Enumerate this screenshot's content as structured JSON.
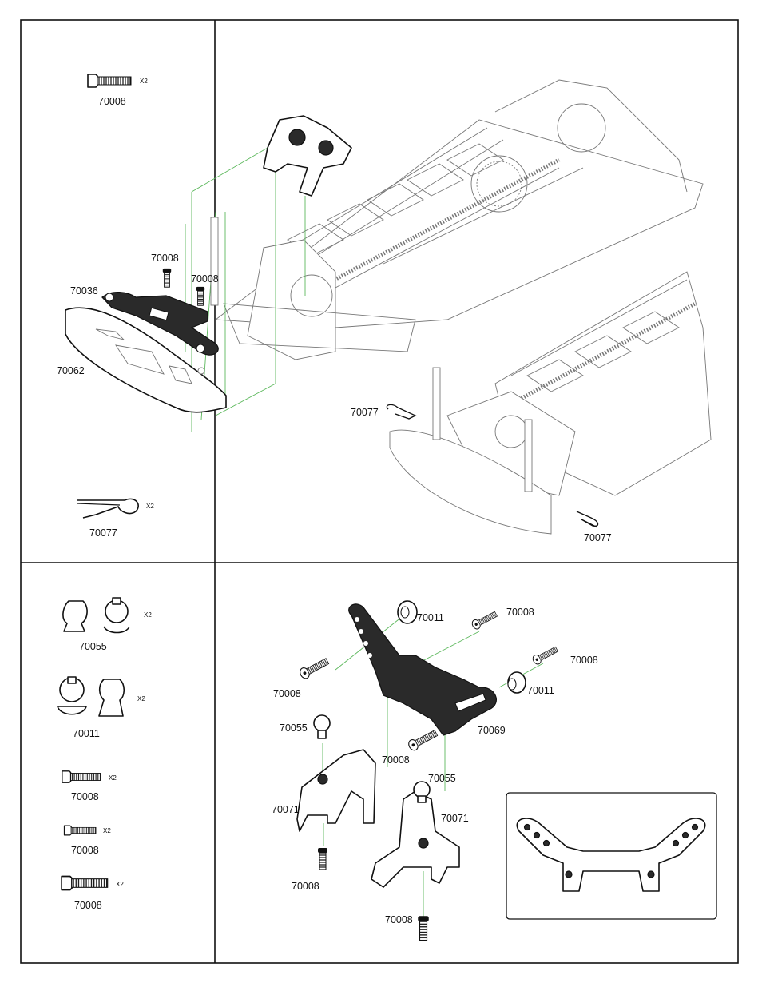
{
  "step_top": {
    "parts_box": [
      {
        "id": "70008",
        "qty": "X2"
      },
      {
        "id": "70077",
        "qty": "X2"
      }
    ],
    "callouts": {
      "bumper_plate": "70036",
      "bumper_screw_left": "70008",
      "bumper_screw_right": "70008",
      "bumper": "70062",
      "clip_left": "70077",
      "clip_right": "70077"
    }
  },
  "step_bottom": {
    "parts_box": [
      {
        "id": "70055",
        "qty": "X2"
      },
      {
        "id": "70011",
        "qty": "X2"
      },
      {
        "id": "70008",
        "qty": "X2"
      },
      {
        "id": "70008",
        "qty": "X2"
      },
      {
        "id": "70008",
        "qty": "X2"
      }
    ],
    "callouts": {
      "ball_top": "70011",
      "screw_top_right": "70008",
      "screw_right": "70008",
      "ball_right": "70011",
      "screw_left": "70008",
      "tower": "70069",
      "ballstud_left": "70055",
      "screw_mid": "70008",
      "ballstud_right": "70055",
      "mount_left": "70071",
      "mount_right": "70071",
      "screw_bottom_left": "70008",
      "screw_bottom_mid": "70008"
    }
  }
}
